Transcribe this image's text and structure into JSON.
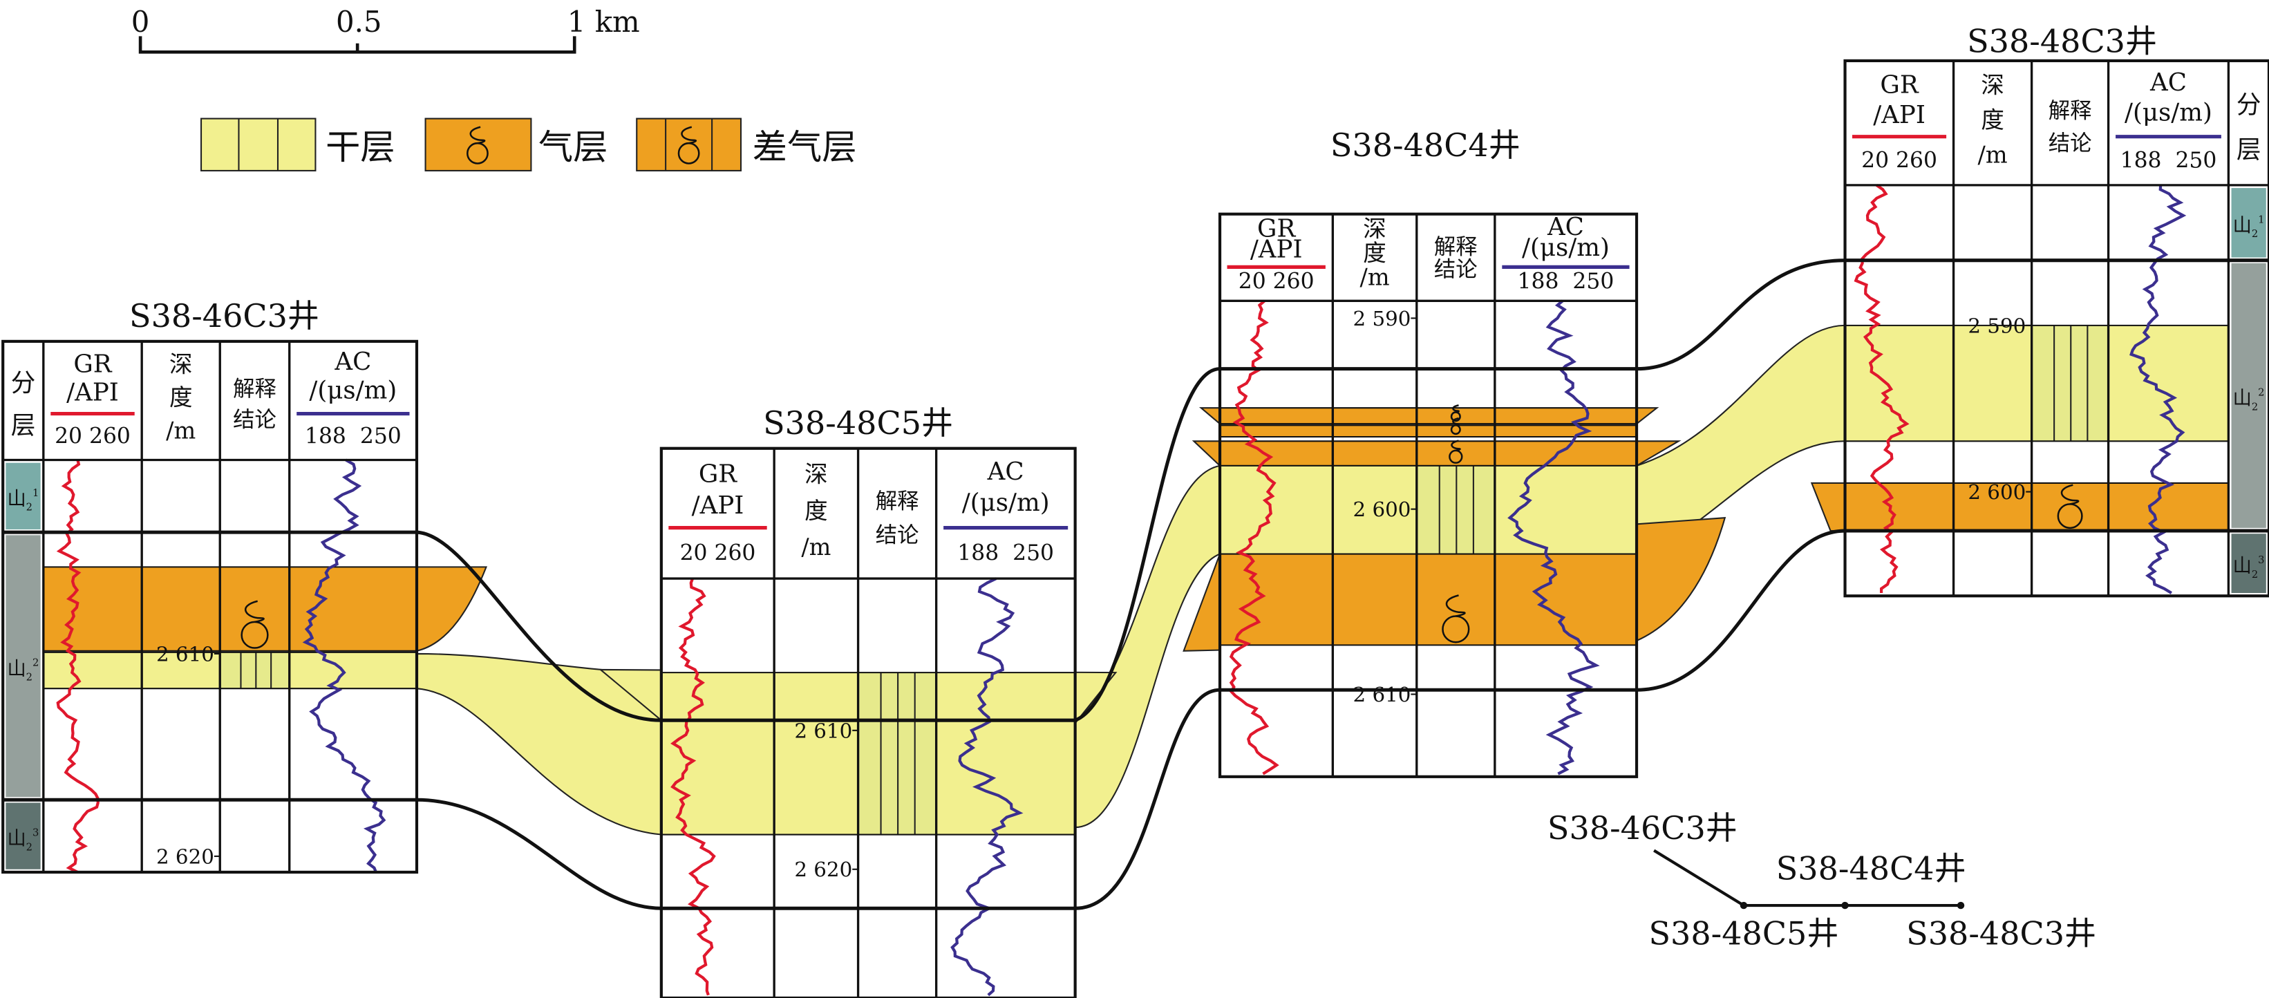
{
  "scale_bar": {
    "labels": [
      "0",
      "0.5",
      "1 km"
    ]
  },
  "legend": [
    {
      "label": "干层",
      "type": "dry",
      "color": "#f2f08f"
    },
    {
      "label": "气层",
      "type": "gas",
      "color": "#eea020"
    },
    {
      "label": "差气层",
      "type": "poor-gas",
      "color": "#eea020"
    }
  ],
  "headers": {
    "strat": [
      "分",
      "层"
    ],
    "gr": [
      "GR",
      "/API",
      "20 260"
    ],
    "depth": [
      "深",
      "度",
      "/m"
    ],
    "interp": [
      "解释",
      "结论"
    ],
    "ac": [
      "AC",
      "/(μs/m)",
      "188  250"
    ]
  },
  "strata": [
    "山",
    "2",
    "1",
    "2",
    "3"
  ],
  "wells": [
    {
      "name": "S38-46C3井",
      "depths": [
        "2 610",
        "2 620"
      ]
    },
    {
      "name": "S38-48C5井",
      "depths": [
        "2 610",
        "2 620"
      ]
    },
    {
      "name": "S38-48C4井",
      "depths": [
        "2 590",
        "2 600",
        "2 610"
      ]
    },
    {
      "name": "S38-48C3井",
      "depths": [
        "2 590",
        "2 600"
      ]
    }
  ],
  "index_map": [
    "S38-46C3井",
    "S38-48C4井",
    "S38-48C5井",
    "S38-48C3井"
  ],
  "colors": {
    "dry": "#f2f08f",
    "dry_interp": "#e6ea8c",
    "gas": "#eea020",
    "gr": "#e0182d",
    "ac": "#3b2f8f",
    "strat1": "#7aaca8",
    "strat2": "#95a09c",
    "strat3": "#5f7370"
  }
}
